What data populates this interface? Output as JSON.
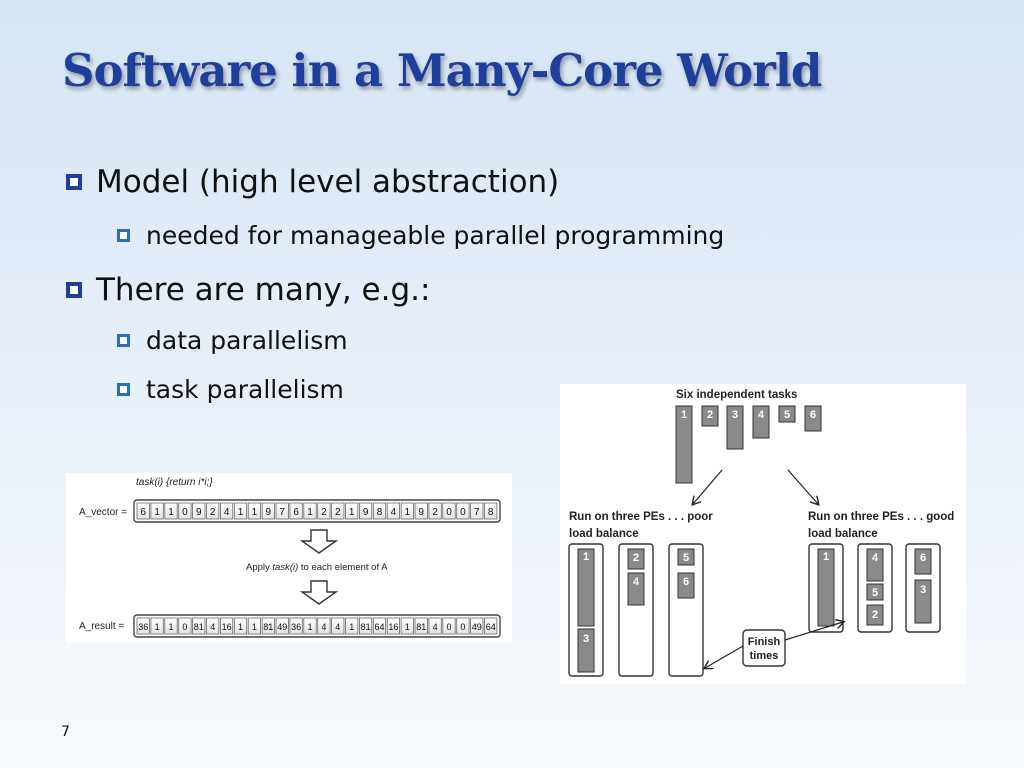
{
  "slide": {
    "title": "Software in a Many-Core World",
    "page_number": "7"
  },
  "bullets": [
    {
      "text": "Model (high level abstraction)"
    },
    {
      "text": "needed for manageable parallel programming"
    },
    {
      "text": "There are many, e.g.:"
    },
    {
      "text": "data parallelism"
    },
    {
      "text": "task parallelism"
    }
  ],
  "data_figure": {
    "caption": "task(i) {return i*i;}",
    "vector_label": "A_vector =",
    "vector": [
      "6",
      "1",
      "1",
      "0",
      "9",
      "2",
      "4",
      "1",
      "1",
      "9",
      "7",
      "6",
      "1",
      "2",
      "2",
      "1",
      "9",
      "8",
      "4",
      "1",
      "9",
      "2",
      "0",
      "0",
      "7",
      "8"
    ],
    "apply_prefix": "Apply ",
    "apply_italic": "task(i)",
    "apply_suffix": " to each element of A",
    "result_label": "A_result =",
    "result": [
      "36",
      "1",
      "1",
      "0",
      "81",
      "4",
      "16",
      "1",
      "1",
      "81",
      "49",
      "36",
      "1",
      "4",
      "4",
      "1",
      "81",
      "64",
      "16",
      "1",
      "81",
      "4",
      "0",
      "0",
      "49",
      "64"
    ]
  },
  "task_figure": {
    "top_label": "Six independent tasks",
    "tasks": [
      "1",
      "2",
      "3",
      "4",
      "5",
      "6"
    ],
    "poor_label_1": "Run on three PEs . . . poor",
    "poor_label_2": "load balance",
    "good_label_1": "Run on three PEs . . . good",
    "good_label_2": "load balance",
    "finish_1": "Finish",
    "finish_2": "times"
  }
}
